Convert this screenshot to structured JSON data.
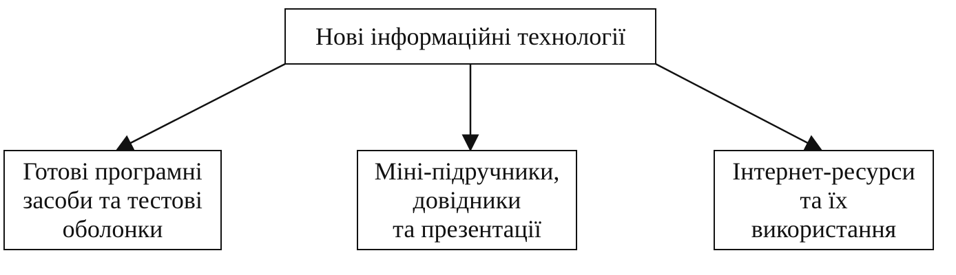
{
  "diagram": {
    "root": {
      "label": "Нові інформаційні технології"
    },
    "children": [
      {
        "lines": [
          "Готові програмні",
          "засоби та тестові",
          "оболонки"
        ]
      },
      {
        "lines": [
          "Міні-підручники,",
          "довідники",
          "та презентації"
        ]
      },
      {
        "lines": [
          "Інтернет-ресурси",
          "та їх",
          "використання"
        ]
      }
    ],
    "colors": {
      "stroke": "#111111",
      "background": "#ffffff"
    }
  }
}
